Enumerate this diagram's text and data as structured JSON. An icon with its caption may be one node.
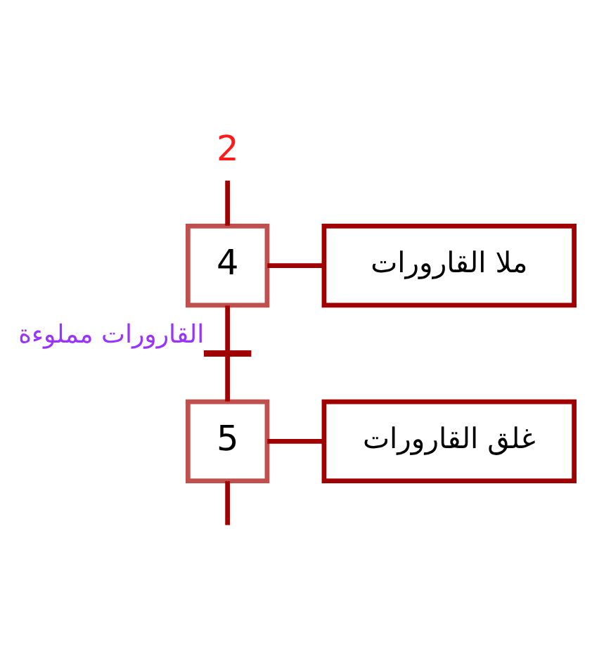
{
  "diagram": {
    "nodes": [
      {
        "text": [
          "2"
        ]
      },
      {
        "text": [
          "4"
        ]
      },
      {
        "text": [
          "ملا القارورات"
        ]
      },
      {
        "text": [],
        "shape": "bar",
        "beside": [
          "القارورات مملوءة"
        ]
      },
      {
        "text": [
          "5"
        ]
      },
      {
        "text": [
          "غلق القارورات"
        ]
      }
    ],
    "edges": [
      {
        "from": 0,
        "to": 1,
        "arrow": "none"
      },
      {
        "from": 1,
        "to": 2,
        "arrow": "none"
      },
      {
        "from": 1,
        "to": 3,
        "arrow": "none"
      },
      {
        "from": 3,
        "to": 4,
        "arrow": "none"
      },
      {
        "from": 4,
        "to": 5,
        "arrow": "none"
      },
      {
        "from": 4,
        "to": null,
        "arrow": "none"
      }
    ]
  }
}
